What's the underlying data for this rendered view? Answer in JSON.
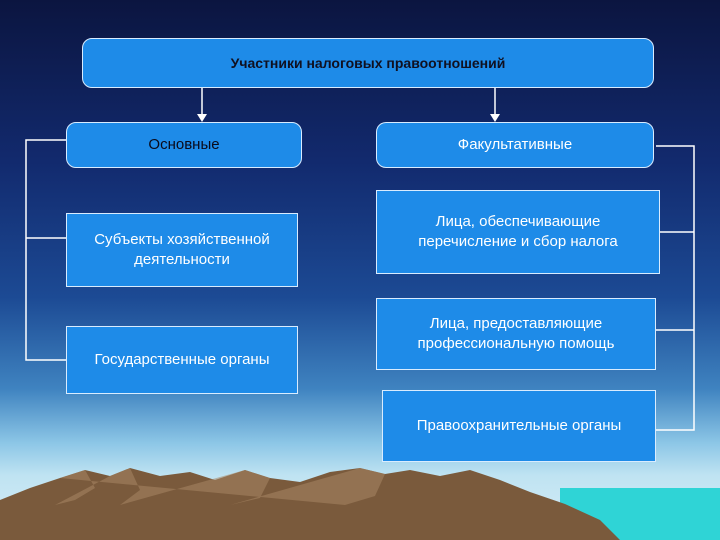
{
  "diagram": {
    "title": "Участники налоговых правоотношений",
    "left_header": "Основные",
    "right_header": "Факультативные",
    "left_items": [
      "Субъекты хозяйственной деятельности",
      "Государственные органы"
    ],
    "right_items": [
      "Лица, обеспечивающие перечисление и сбор налога",
      "Лица, предоставляющие профессиональную помощь",
      "Правоохранительные органы"
    ]
  },
  "colors": {
    "box_fill": "#1e8be8",
    "box_border": "#d9ecff",
    "connector": "#ffffff",
    "mountains": "#7a5a3c",
    "sea": "#2fd4d6"
  }
}
